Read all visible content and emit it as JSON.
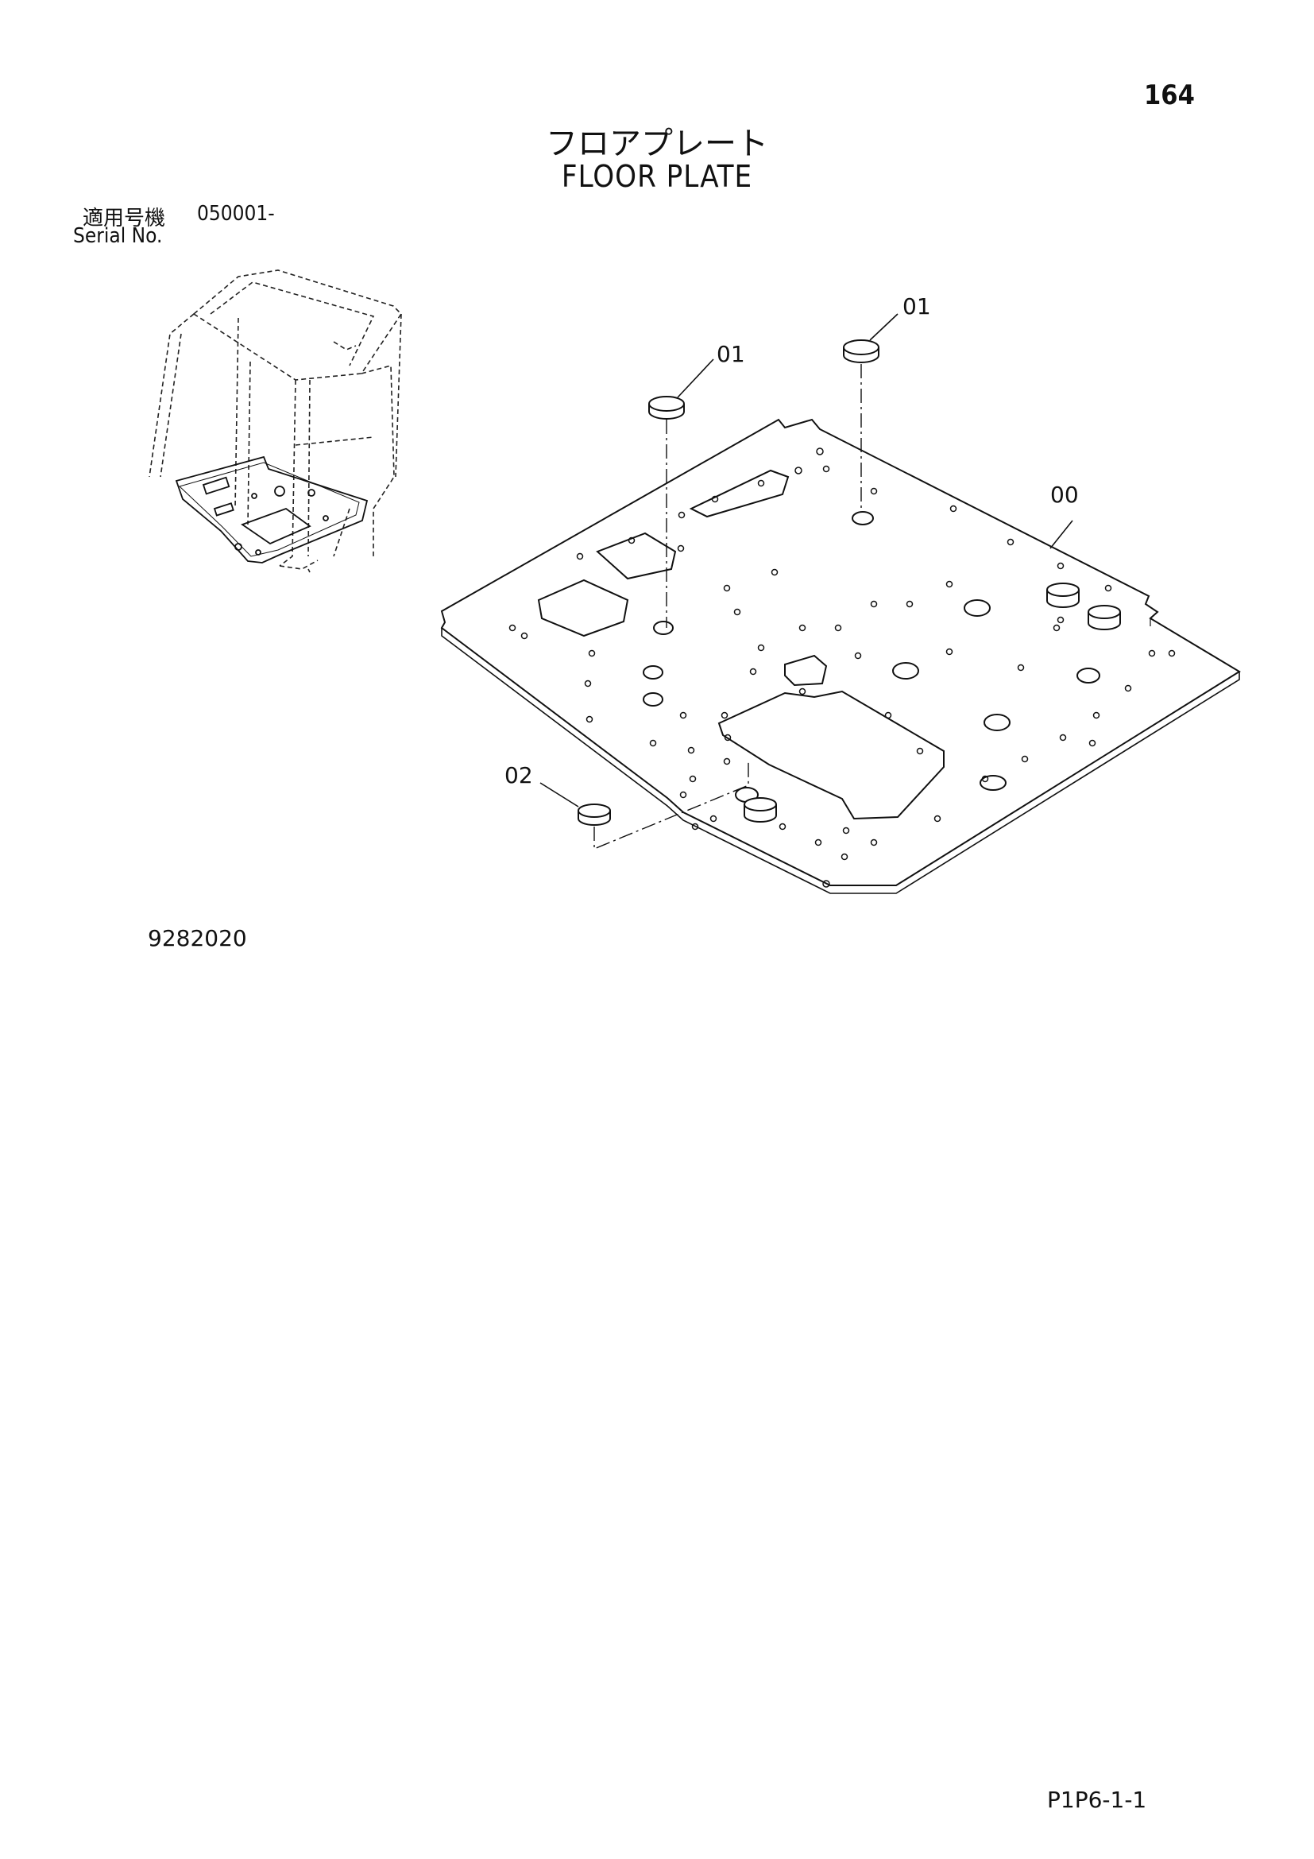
{
  "page_number": "164",
  "title_jp": "フロアプレート",
  "title_en": "FLOOR PLATE",
  "serial": {
    "label_jp": "適用号機",
    "value": "050001-",
    "label_en": "Serial No."
  },
  "callouts": {
    "plate": "00",
    "plug_a": "01",
    "plug_b": "01",
    "plug_c": "02"
  },
  "drawing_number": "9282020",
  "sheet_id": "P1P6-1-1"
}
